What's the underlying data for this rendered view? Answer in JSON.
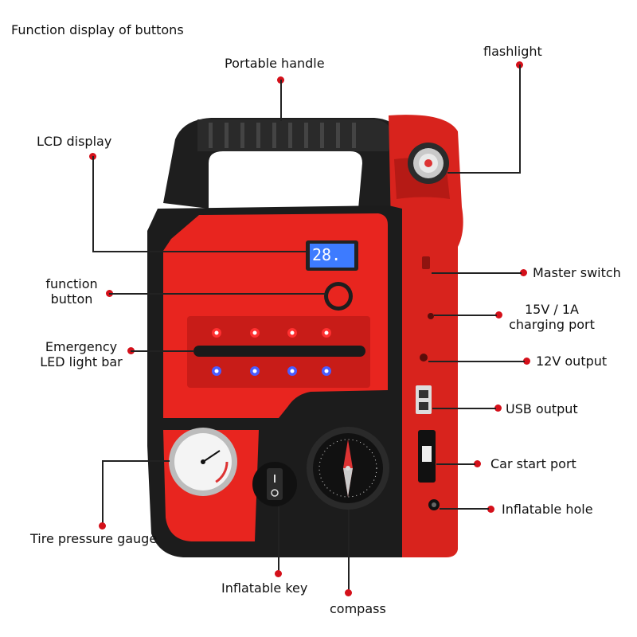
{
  "header": {
    "title": "Function display of buttons"
  },
  "labels": {
    "portable_handle": "Portable handle",
    "flashlight": "flashlight",
    "lcd_display": "LCD display",
    "function_button_1": "function",
    "function_button_2": "button",
    "emergency_1": "Emergency",
    "emergency_2": "LED light bar",
    "master_switch": "Master switch",
    "charging_1": "15V / 1A",
    "charging_2": "charging port",
    "output_12v": "12V output",
    "usb_output": "USB output",
    "car_start": "Car start port",
    "inflatable_hole": "Inflatable hole",
    "tire_gauge": "Tire pressure gauge",
    "inflatable_key": "Inflatable key",
    "compass": "compass"
  },
  "lcd": {
    "reading": "28."
  },
  "colors": {
    "accent_red": "#d4101a",
    "body_red": "#e8251f",
    "body_black": "#1c1c1c",
    "led_red": "#ff3030",
    "led_blue": "#4a5cff",
    "lcd_blue": "#3d7bff"
  },
  "icons": [
    "handle-grip",
    "flashlight-lens",
    "power-button-icon",
    "compass-dial",
    "pressure-gauge-dial"
  ]
}
